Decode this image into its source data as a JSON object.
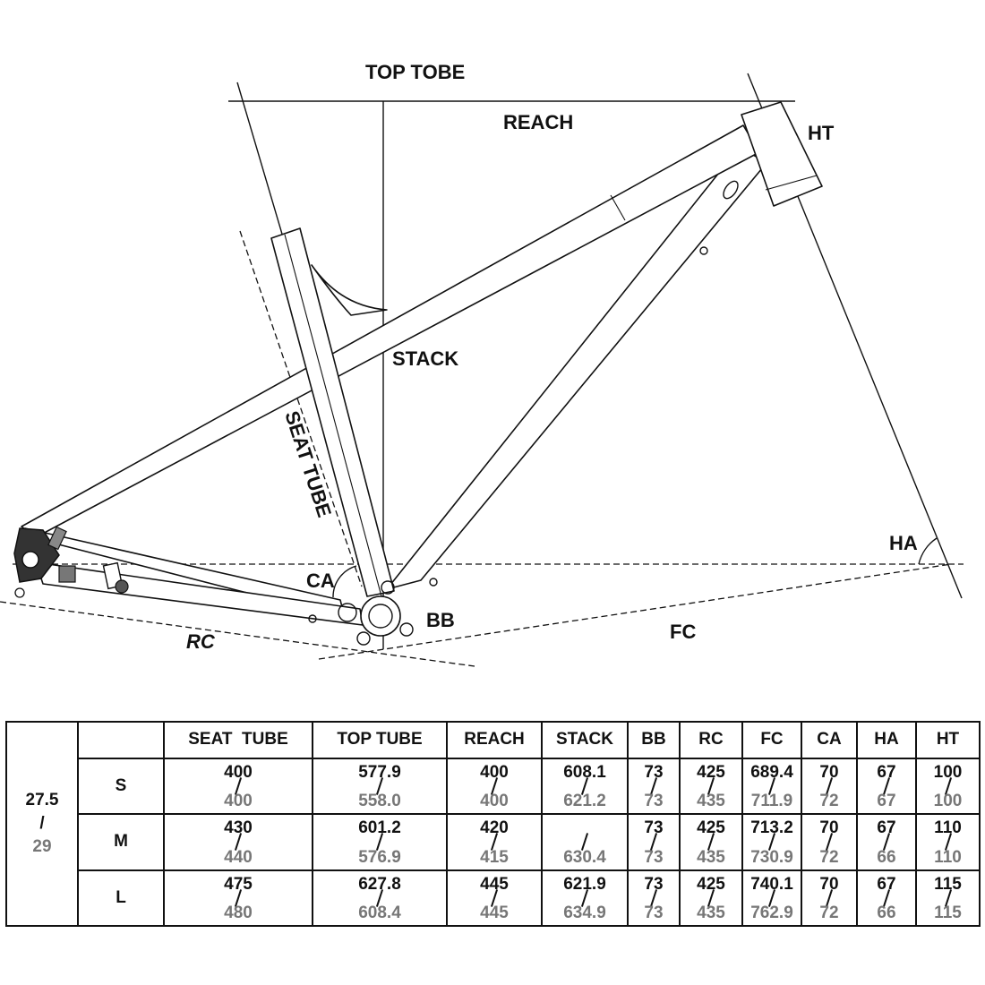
{
  "diagram": {
    "labels": {
      "top_tube": "TOP TOBE",
      "reach": "REACH",
      "ht": "HT",
      "stack": "STACK",
      "seat_tube": "SEAT TUBE",
      "ha": "HA",
      "ca": "CA",
      "bb": "BB",
      "rc": "RC",
      "fc": "FC"
    }
  },
  "table": {
    "wheel_sizes": {
      "first": "27.5",
      "separator": "/",
      "second": "29"
    },
    "headers": [
      "SEAT  TUBE",
      "TOP TUBE",
      "REACH",
      "STACK",
      "BB",
      "RC",
      "FC",
      "CA",
      "HA",
      "HT"
    ],
    "rows": [
      {
        "size": "S",
        "cells": [
          {
            "v275": "400",
            "v29": "400"
          },
          {
            "v275": "577.9",
            "v29": "558.0"
          },
          {
            "v275": "400",
            "v29": "400"
          },
          {
            "v275": "608.1",
            "v29": "621.2"
          },
          {
            "v275": "73",
            "v29": "73"
          },
          {
            "v275": "425",
            "v29": "435"
          },
          {
            "v275": "689.4",
            "v29": "711.9"
          },
          {
            "v275": "70",
            "v29": "72"
          },
          {
            "v275": "67",
            "v29": "67"
          },
          {
            "v275": "100",
            "v29": "100"
          }
        ]
      },
      {
        "size": "M",
        "cells": [
          {
            "v275": "430",
            "v29": "440"
          },
          {
            "v275": "601.2",
            "v29": "576.9"
          },
          {
            "v275": "420",
            "v29": "415"
          },
          {
            "v275": "",
            "v29": "630.4"
          },
          {
            "v275": "73",
            "v29": "73"
          },
          {
            "v275": "425",
            "v29": "435"
          },
          {
            "v275": "713.2",
            "v29": "730.9"
          },
          {
            "v275": "70",
            "v29": "72"
          },
          {
            "v275": "67",
            "v29": "66"
          },
          {
            "v275": "110",
            "v29": "110"
          }
        ]
      },
      {
        "size": "L",
        "cells": [
          {
            "v275": "475",
            "v29": "480"
          },
          {
            "v275": "627.8",
            "v29": "608.4"
          },
          {
            "v275": "445",
            "v29": "445"
          },
          {
            "v275": "621.9",
            "v29": "634.9"
          },
          {
            "v275": "73",
            "v29": "73"
          },
          {
            "v275": "425",
            "v29": "435"
          },
          {
            "v275": "740.1",
            "v29": "762.9"
          },
          {
            "v275": "70",
            "v29": "72"
          },
          {
            "v275": "67",
            "v29": "66"
          },
          {
            "v275": "115",
            "v29": "115"
          }
        ]
      }
    ]
  }
}
